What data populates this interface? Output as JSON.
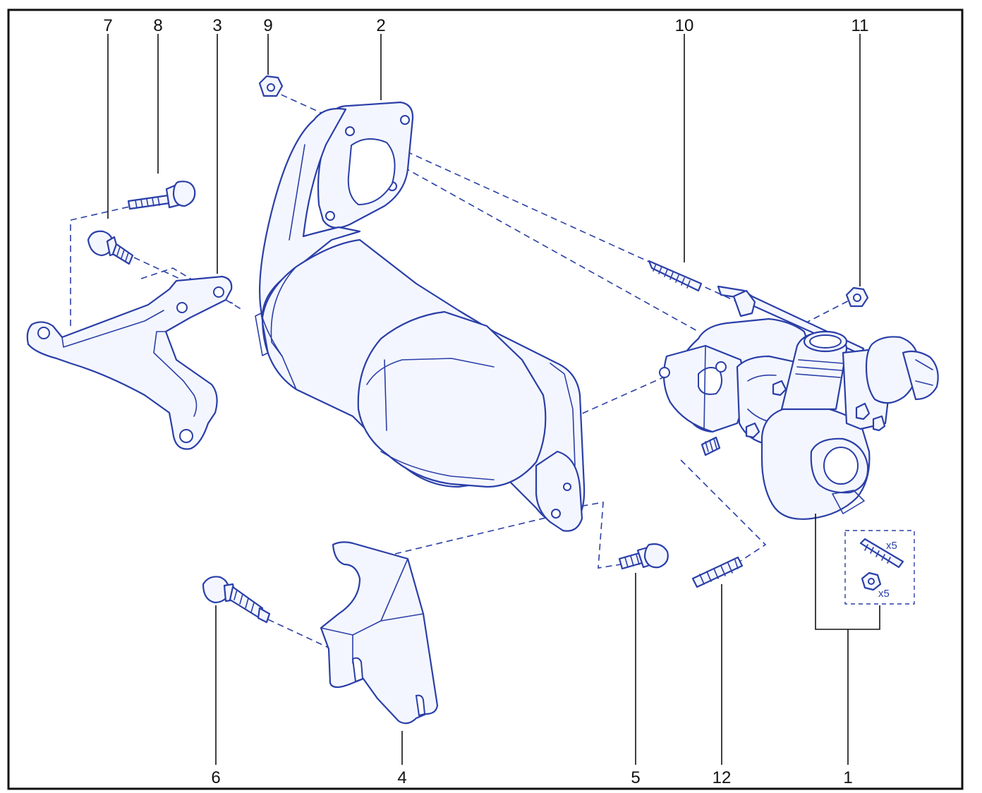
{
  "colors": {
    "line": "#2a3fa8",
    "fill": "#f4f6ff",
    "text": "#111111",
    "frame": "#111111"
  },
  "callouts": {
    "c1": "1",
    "c2": "2",
    "c3": "3",
    "c4": "4",
    "c5": "5",
    "c6": "6",
    "c7": "7",
    "c8": "8",
    "c9": "9",
    "c10": "10",
    "c11": "11",
    "c12": "12"
  },
  "kit": {
    "stud_qty": "x5",
    "nut_qty": "x5"
  }
}
